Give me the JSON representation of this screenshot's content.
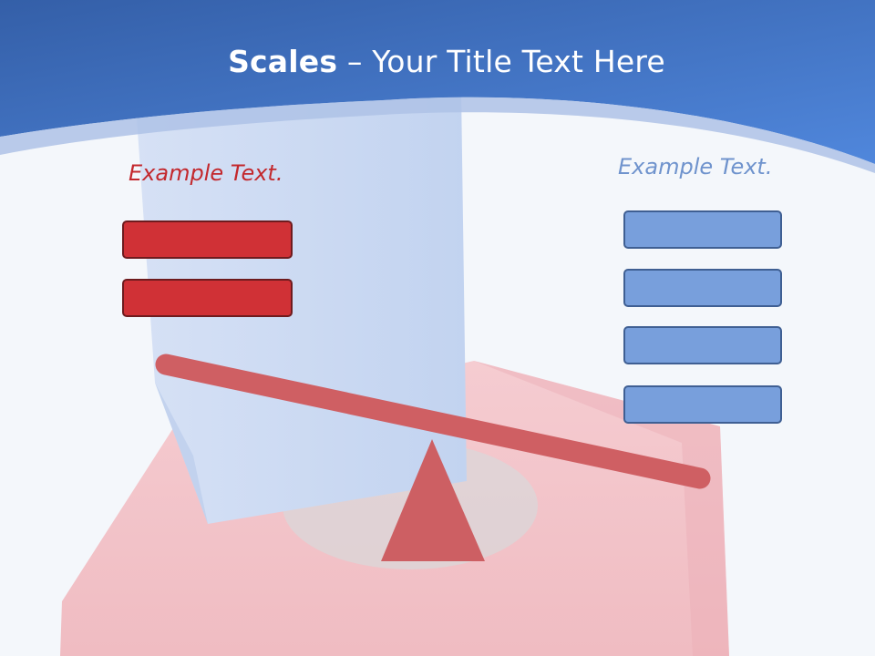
{
  "slide": {
    "title_bold": "Scales",
    "title_rest": " – Your Title Text Here"
  },
  "left": {
    "label": "Example Text.",
    "bar_count": 2,
    "color": "#d03136"
  },
  "right": {
    "label": "Example Text.",
    "bar_count": 4,
    "color": "#789fdc"
  },
  "colors": {
    "header_blue": "#3e6fbd",
    "beam": "#d06064",
    "fulcrum": "#cd5f63",
    "background_block_red": "#f2c3c8",
    "background_block_blue": "#c9d7f1"
  },
  "icons": {
    "seesaw": "seesaw-icon",
    "fulcrum": "triangle-icon"
  }
}
